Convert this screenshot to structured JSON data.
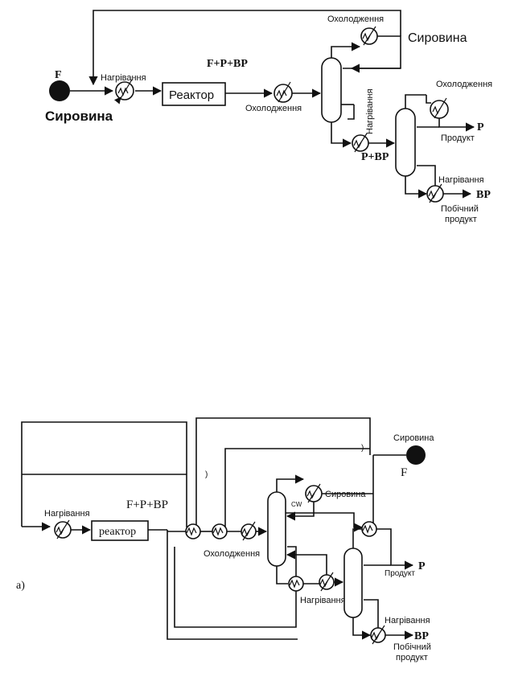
{
  "top": {
    "feed_symbol": "F",
    "feed_label": "Сировина",
    "heating_label": "Нагрівання",
    "reactor_label": "Реактор",
    "mix_label": "F+P+BP",
    "cooling_label": "Охолодження",
    "cooling_top_label": "Охолодження",
    "recycle_label": "Сировина",
    "column2_heating_label": "Нагрівання",
    "pbp_label": "P+BP",
    "cooling_right_label": "Охолодження",
    "product_symbol": "P",
    "product_label": "Продукт",
    "reboiler_heating_label": "Нагрівання",
    "byproduct_symbol": "BP",
    "byproduct_label_1": "Побічний",
    "byproduct_label_2": "продукт"
  },
  "bottom": {
    "feed_label": "Сировина",
    "feed_symbol": "F",
    "mix_label": "F+P+BP",
    "heating_label": "Нагрівання",
    "reactor_label": "реактор",
    "cw_label": "CW",
    "recycle_label": "Сировина",
    "cooling_label": "Охолодження",
    "panel_label": "а)",
    "product_symbol": "P",
    "product_label": "Продукт",
    "heating_mid_label": "Нагрівання",
    "heating_right_label": "Нагрівання",
    "byproduct_symbol": "BP",
    "byproduct_label_1": "Побічний",
    "byproduct_label_2": "продукт"
  }
}
